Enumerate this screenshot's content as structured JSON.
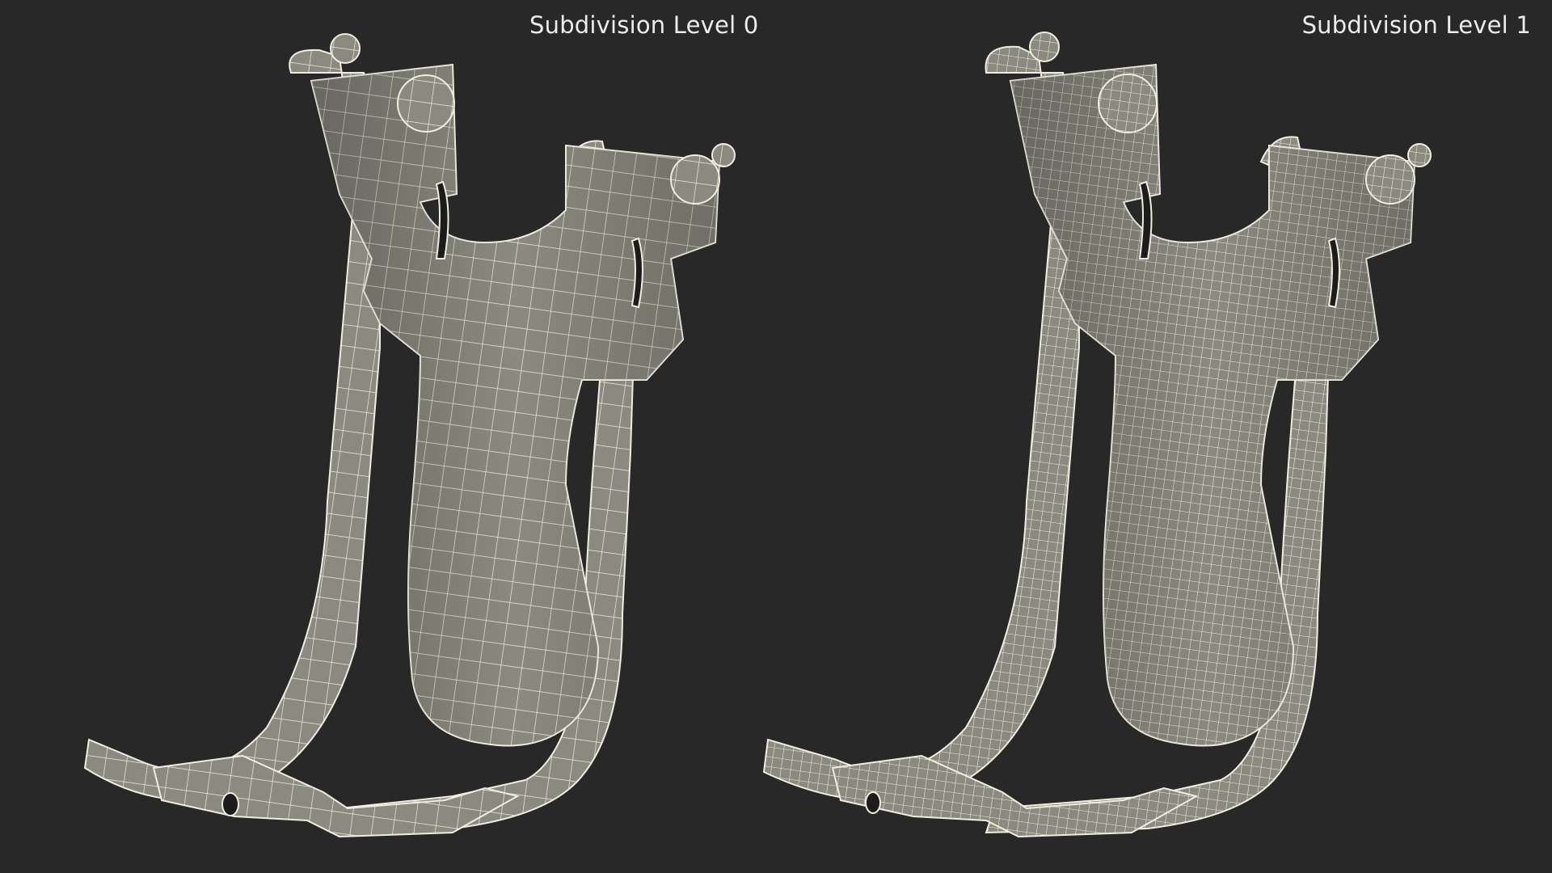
{
  "scene": {
    "background_color": "#282828",
    "surface_color": "#8a8a80",
    "wire_color": "#f0ede0",
    "panels": [
      {
        "label": "Subdivision Level 0",
        "object": "slingshot wireframe model",
        "grid_density": 26
      },
      {
        "label": "Subdivision Level 1",
        "object": "slingshot wireframe model",
        "grid_density": 12
      }
    ]
  }
}
